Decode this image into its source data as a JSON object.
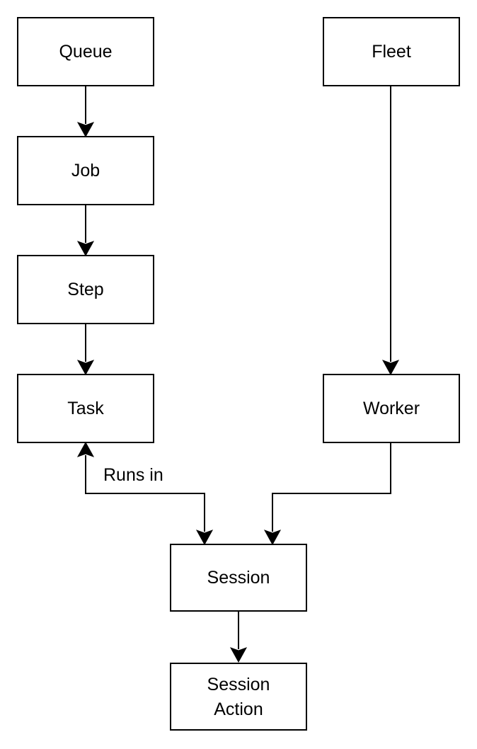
{
  "nodes": {
    "queue": "Queue",
    "job": "Job",
    "step": "Step",
    "task": "Task",
    "fleet": "Fleet",
    "worker": "Worker",
    "session": "Session",
    "session_action_line1": "Session",
    "session_action_line2": "Action"
  },
  "edges": {
    "runs_in_label": "Runs in"
  }
}
